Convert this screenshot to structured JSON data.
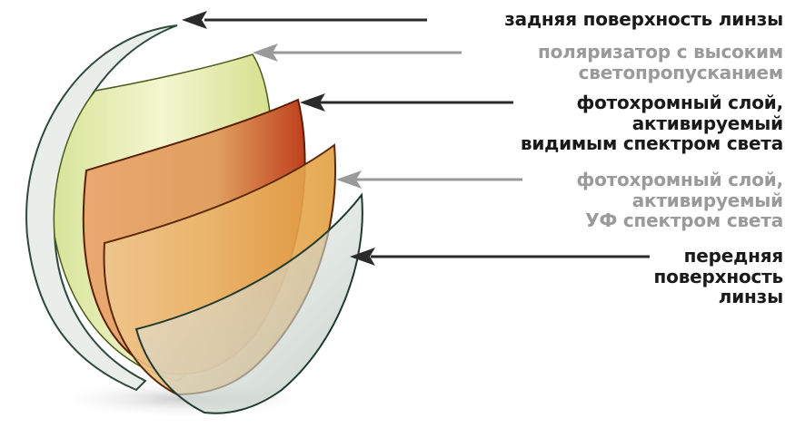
{
  "labels": [
    {
      "lines": [
        "задняя поверхность линзы"
      ],
      "tone": "dark"
    },
    {
      "lines": [
        "поляризатор с высоким",
        "светопропусканием"
      ],
      "tone": "gray"
    },
    {
      "lines": [
        "фотохромный слой,",
        "активируемый",
        "видимым спектром света"
      ],
      "tone": "dark"
    },
    {
      "lines": [
        "фотохромный слой,",
        "активируемый",
        "УФ спектром света"
      ],
      "tone": "gray"
    },
    {
      "lines": [
        "передняя",
        "поверхность",
        "линзы"
      ],
      "tone": "dark"
    }
  ],
  "colors": {
    "dark": "#2b2b2b",
    "gray": "#9a9a9a",
    "polarizer": "#e6ecb0",
    "visible_layer": "#d9703a",
    "uv_layer": "#e8b060",
    "glass": "#cfd8d0"
  }
}
